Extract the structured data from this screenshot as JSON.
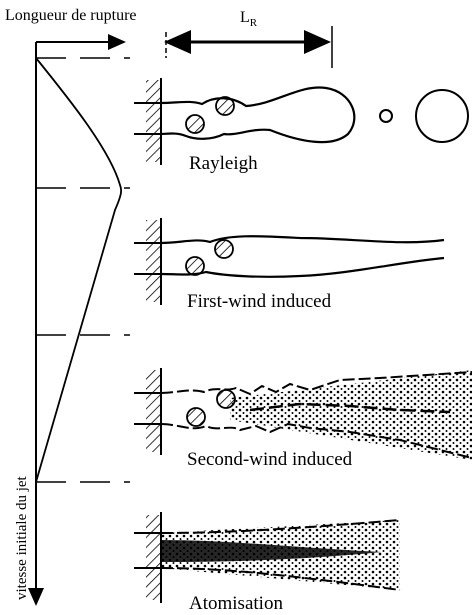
{
  "header": {
    "breakup_length_label": "Longueur de rupture",
    "lr_symbol": "L",
    "lr_subscript": "R"
  },
  "axis": {
    "vertical_label": "vitesse initiale du jet"
  },
  "regimes": [
    {
      "label": "Rayleigh"
    },
    {
      "label": "First-wind induced"
    },
    {
      "label": "Second-wind induced"
    },
    {
      "label": "Atomisation"
    }
  ],
  "colors": {
    "ink": "#000000",
    "background": "#ffffff"
  }
}
